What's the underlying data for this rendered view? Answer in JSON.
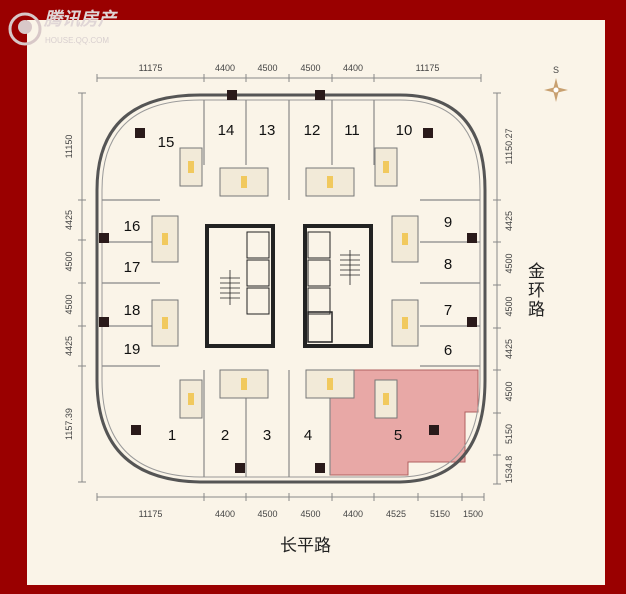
{
  "watermark": {
    "brand": "腾讯房产",
    "url": "HOUSE.QQ.COM"
  },
  "roads": {
    "bottom": "长平路",
    "right": "金环路"
  },
  "compass": {
    "label": "S"
  },
  "dimensions": {
    "top": [
      "11175",
      "4400",
      "4500",
      "4500",
      "4400",
      "11175"
    ],
    "bottom": [
      "11175",
      "4400",
      "4500",
      "4500",
      "4400",
      "4525",
      "5150",
      "1500"
    ],
    "left": [
      "11150",
      "4425",
      "4500",
      "4500",
      "4425",
      "1157.39"
    ],
    "right": [
      "11150.27",
      "4425",
      "4500",
      "4500",
      "4425",
      "4500",
      "5150",
      "1534.8"
    ]
  },
  "units": [
    "1",
    "2",
    "3",
    "4",
    "5",
    "6",
    "7",
    "8",
    "9",
    "10",
    "11",
    "12",
    "13",
    "14",
    "15",
    "16",
    "17",
    "18",
    "19"
  ],
  "highlighted_unit": "5",
  "colors": {
    "frame": "#9a0000",
    "paper": "#faf4e8",
    "highlight": "#e8a8a6",
    "wall": "#222222"
  }
}
